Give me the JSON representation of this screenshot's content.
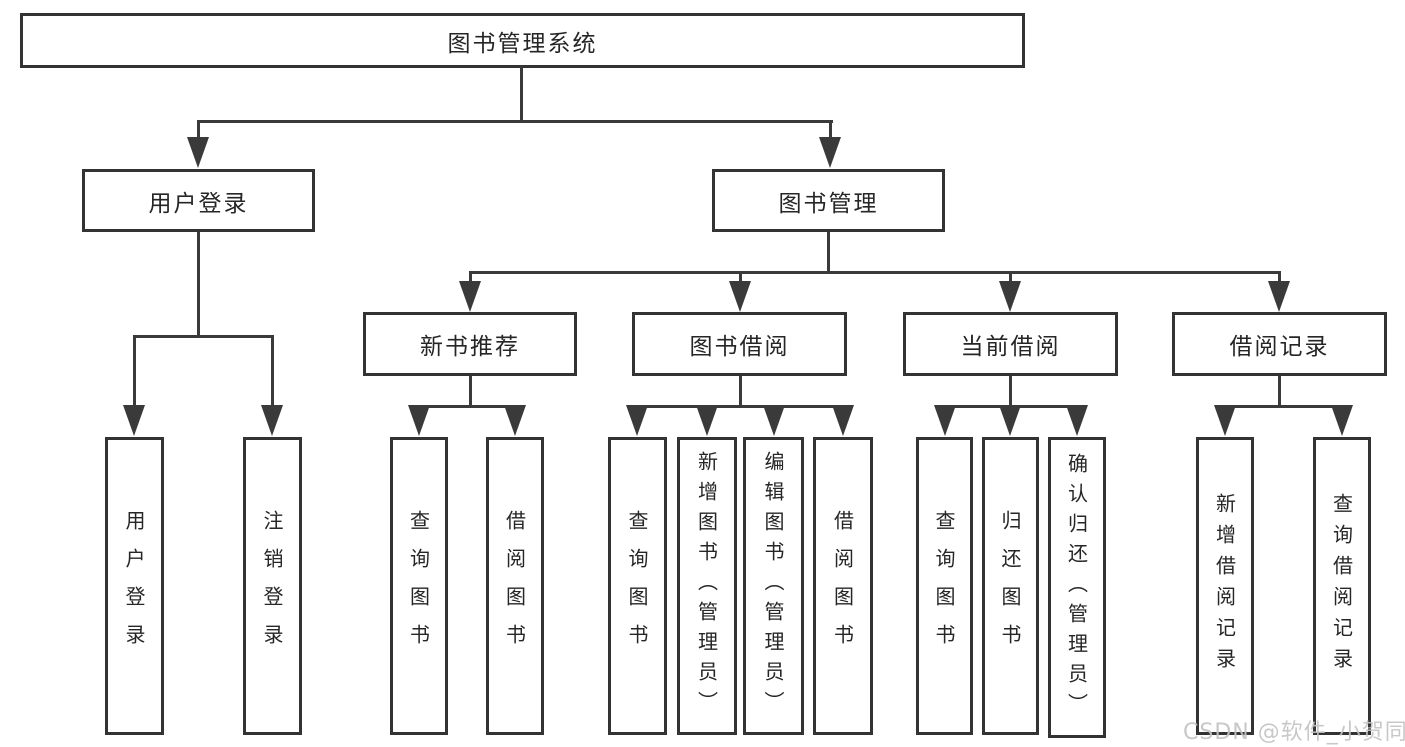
{
  "diagram": {
    "title": "图书管理系统",
    "branches": [
      {
        "label": "用户登录",
        "children": [
          "用户登录",
          "注销登录"
        ]
      },
      {
        "label": "图书管理",
        "sections": [
          {
            "label": "新书推荐",
            "children": [
              "查询图书",
              "借阅图书"
            ]
          },
          {
            "label": "图书借阅",
            "children": [
              "查询图书",
              "新增图书（管理员）",
              "编辑图书（管理员）",
              "借阅图书"
            ]
          },
          {
            "label": "当前借阅",
            "children": [
              "查询图书",
              "归还图书",
              "确认归还（管理员）"
            ]
          },
          {
            "label": "借阅记录",
            "children": [
              "新增借阅记录",
              "查询借阅记录"
            ]
          }
        ]
      }
    ]
  },
  "watermark": {
    "text": "CSDN @软件_小贺同学"
  },
  "colors": {
    "border": "#333333",
    "line": "#3a3a3a",
    "text": "#262626",
    "background": "#ffffff",
    "watermark": "#c3c3c3"
  }
}
